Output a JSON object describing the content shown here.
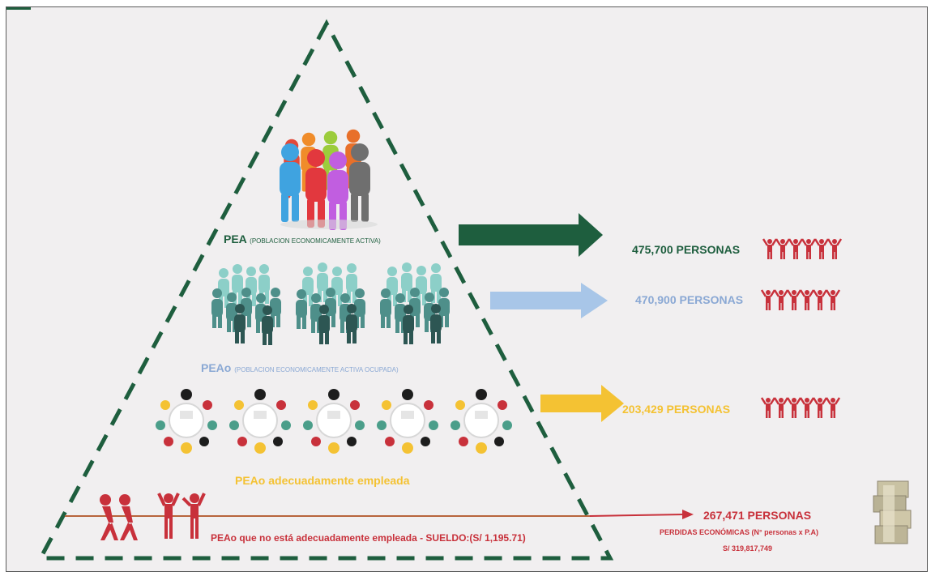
{
  "pyramid": {
    "pea": {
      "label": "PEA",
      "sub": "(POBLACION ECONOMICAMENTE ACTIVA)",
      "value": "475,700 PERSONAS",
      "color": "#1e5e3e"
    },
    "peao": {
      "label": "PEAo",
      "sub": "(POBLACION ECONOMICAMENTE ACTIVA OCUPADA)",
      "value": "470,900 PERSONAS",
      "color": "#8aa8d4"
    },
    "adequate": {
      "label": "PEAo adecuadamente empleada",
      "value": "203,429 PERSONAS",
      "color": "#f4c233"
    },
    "inadequate": {
      "label": "PEAo que no está adecuadamente empleada - SUELDO:(S/ 1,195.71)",
      "value": "267,471 PERSONAS",
      "loss_label": "PERDIDAS ECONÓMICAS (N° personas x P.A)",
      "loss_value": "S/ 319,817,749",
      "color": "#c8313b"
    }
  },
  "icons": {
    "crowd": "colorful-people-crowd-icon",
    "employed": "teal-people-groups-icon",
    "meeting": "round-table-meeting-icon",
    "people_row": "people-row-icon",
    "tug": "tug-of-war-icon",
    "money": "money-stack-icon"
  }
}
